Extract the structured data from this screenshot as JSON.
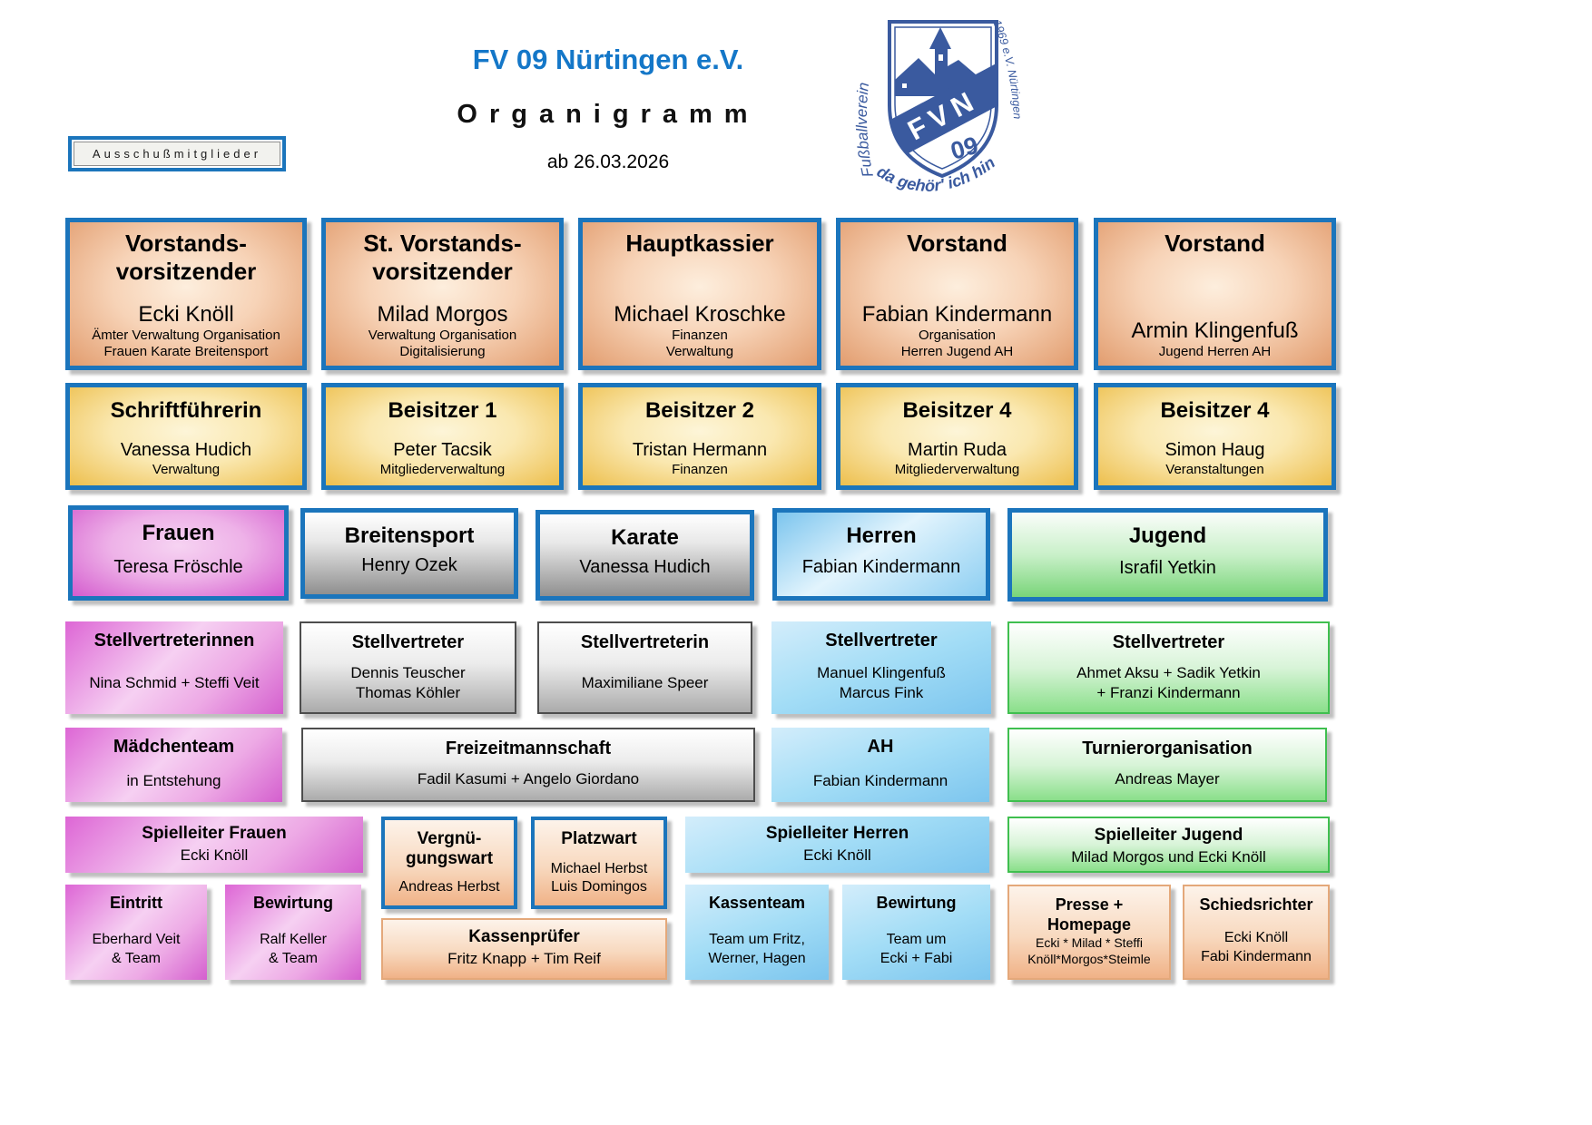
{
  "header": {
    "club_name": "FV 09 Nürtingen e.V.",
    "doc_title": "Organigramm",
    "valid_from": "ab 26.03.2026",
    "committee_button_label": "Ausschußmitglieder"
  },
  "logo": {
    "left_text": "Fußballverein",
    "right_text": "1969 e.V. Nürtingen",
    "band_text": "FVN",
    "year_text": "09",
    "motto": "da gehör' ich hin"
  },
  "colors": {
    "accent_blue": "#1b75bc",
    "title_blue": "#1477c8",
    "logo_blue": "#3a5a9f",
    "orange_theme": "#e29d6f",
    "yellow_theme": "#edbf4d",
    "magenta_theme": "#d45cce",
    "gray_theme": "#8f8f8f",
    "blue_theme": "#7cc5ee",
    "green_theme": "#79d579",
    "peach_theme": "#f0b287"
  },
  "board_row": [
    {
      "title": "Vorstands-\nvorsitzender",
      "name": "Ecki Knöll",
      "sub": "Ämter Verwaltung Organisation\nFrauen Karate Breitensport"
    },
    {
      "title": "St. Vorstands-\nvorsitzender",
      "name": "Milad Morgos",
      "sub": "Verwaltung Organisation\nDigitalisierung"
    },
    {
      "title": "Hauptkassier",
      "name": "Michael Kroschke",
      "sub": "Finanzen\nVerwaltung"
    },
    {
      "title": "Vorstand",
      "name": "Fabian Kindermann",
      "sub": "Organisation\nHerren Jugend AH"
    },
    {
      "title": "Vorstand",
      "name": "Armin Klingenfuß",
      "sub": "Jugend Herren AH"
    }
  ],
  "assessor_row": [
    {
      "title": "Schriftführerin",
      "name": "Vanessa Hudich",
      "sub": "Verwaltung"
    },
    {
      "title": "Beisitzer 1",
      "name": "Peter Tacsik",
      "sub": "Mitgliederverwaltung"
    },
    {
      "title": "Beisitzer 2",
      "name": "Tristan Hermann",
      "sub": "Finanzen"
    },
    {
      "title": "Beisitzer 4",
      "name": "Martin Ruda",
      "sub": "Mitgliederverwaltung"
    },
    {
      "title": "Beisitzer 4",
      "name": "Simon Haug",
      "sub": "Veranstaltungen"
    }
  ],
  "department_row": [
    {
      "title": "Frauen",
      "name": "Teresa Fröschle",
      "theme": "magenta"
    },
    {
      "title": "Breitensport",
      "name": "Henry Ozek",
      "theme": "gray"
    },
    {
      "title": "Karate",
      "name": "Vanessa Hudich",
      "theme": "gray"
    },
    {
      "title": "Herren",
      "name": "Fabian Kindermann",
      "theme": "blue"
    },
    {
      "title": "Jugend",
      "name": "Israfil Yetkin",
      "theme": "green"
    }
  ],
  "deputy_row": [
    {
      "title": "Stellvertreterinnen",
      "sub": "Nina Schmid + Steffi Veit",
      "theme": "magenta"
    },
    {
      "title": "Stellvertreter",
      "sub": "Dennis Teuscher\nThomas Köhler",
      "theme": "gray"
    },
    {
      "title": "Stellvertreterin",
      "sub": "Maximiliane Speer",
      "theme": "gray"
    },
    {
      "title": "Stellvertreter",
      "sub": "Manuel Klingenfuß\nMarcus Fink",
      "theme": "blue"
    },
    {
      "title": "Stellvertreter",
      "sub": "Ahmet Aksu + Sadik Yetkin\n+ Franzi Kindermann",
      "theme": "green"
    }
  ],
  "team_row": [
    {
      "title": "Mädchenteam",
      "sub": "in Entstehung",
      "theme": "magenta"
    },
    {
      "title": "Freizeitmannschaft",
      "sub": "Fadil Kasumi + Angelo Giordano",
      "theme": "gray"
    },
    {
      "title": "AH",
      "sub": "Fabian Kindermann",
      "theme": "blue"
    },
    {
      "title": "Turnierorganisation",
      "sub": "Andreas Mayer",
      "theme": "green"
    }
  ],
  "officer_row": [
    {
      "title": "Spielleiter Frauen",
      "sub": "Ecki Knöll",
      "theme": "magenta"
    },
    {
      "title": "Vergnü-\ngungswart",
      "sub": "Andreas Herbst",
      "theme": "peach"
    },
    {
      "title": "Platzwart",
      "sub": "Michael Herbst\nLuis Domingos",
      "theme": "peach"
    },
    {
      "title": "Spielleiter Herren",
      "sub": "Ecki Knöll",
      "theme": "blue"
    },
    {
      "title": "Spielleiter Jugend",
      "sub": "Milad Morgos und Ecki Knöll",
      "theme": "green"
    }
  ],
  "bottom_row": [
    {
      "title": "Eintritt",
      "sub": "Eberhard Veit\n& Team",
      "theme": "magenta"
    },
    {
      "title": "Bewirtung",
      "sub": "Ralf Keller\n& Team",
      "theme": "magenta"
    },
    {
      "title": "Kassenprüfer",
      "sub": "Fritz Knapp + Tim Reif",
      "theme": "peach"
    },
    {
      "title": "Kassenteam",
      "sub": "Team um Fritz,\nWerner, Hagen",
      "theme": "blue"
    },
    {
      "title": "Bewirtung",
      "sub": "Team um\nEcki + Fabi",
      "theme": "blue"
    },
    {
      "title": "Presse +\nHomepage",
      "sub": "Ecki * Milad * Steffi\nKnöll*Morgos*Steimle",
      "theme": "peach"
    },
    {
      "title": "Schiedsrichter",
      "sub": "Ecki Knöll\nFabi Kindermann",
      "theme": "peach"
    }
  ]
}
